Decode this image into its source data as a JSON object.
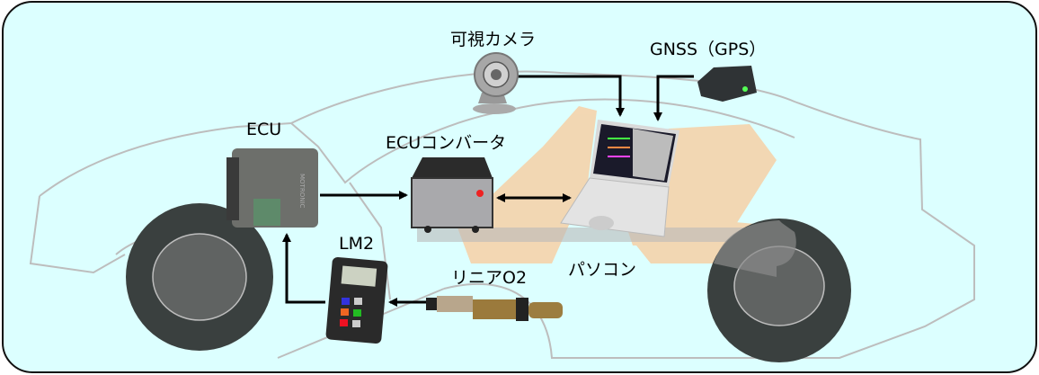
{
  "diagram": {
    "title": "車載計測システム構成",
    "labels": {
      "camera": "可視カメラ",
      "gnss": "GNSS（GPS）",
      "ecu": "ECU",
      "ecu_converter": "ECUコンバータ",
      "lm2": "LM2",
      "o2_sensor": "リニアO2",
      "pc": "パソコン"
    },
    "ecu_brand": "MOTRONIC",
    "connections": [
      {
        "from": "可視カメラ",
        "to": "パソコン",
        "direction": "one-way"
      },
      {
        "from": "GNSS（GPS）",
        "to": "パソコン",
        "direction": "one-way"
      },
      {
        "from": "ECU",
        "to": "ECUコンバータ",
        "direction": "one-way"
      },
      {
        "from": "ECUコンバータ",
        "to": "パソコン",
        "direction": "two-way"
      },
      {
        "from": "リニアO2",
        "to": "LM2",
        "direction": "one-way"
      },
      {
        "from": "LM2",
        "to": "ECU",
        "direction": "one-way"
      }
    ],
    "colors": {
      "background": "#dcffff",
      "car_outline": "#bdbdbd",
      "seat": "#f5d3ab",
      "tire": "#3a403f",
      "arrow": "#000000"
    }
  }
}
